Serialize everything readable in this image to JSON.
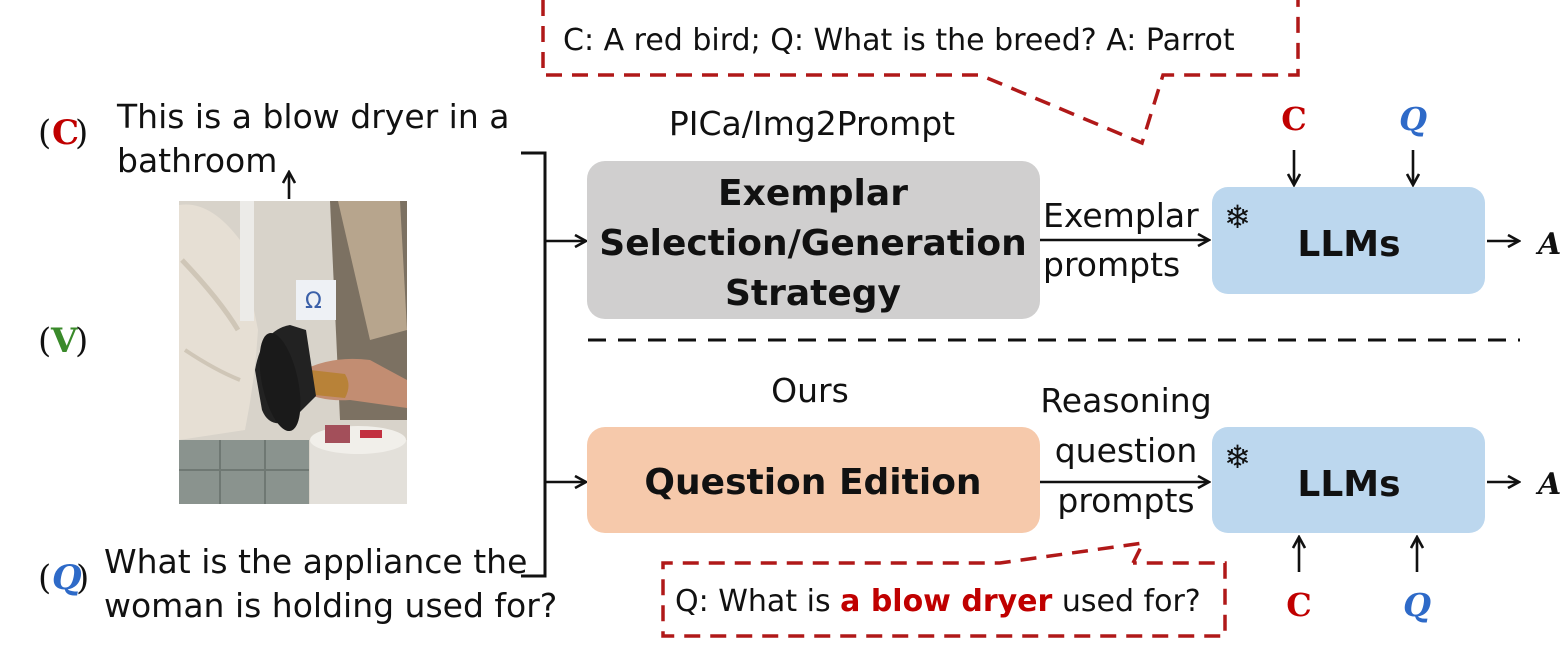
{
  "inputs": {
    "caption_tag": "C",
    "caption_text_line1": "This is a blow dryer in a",
    "caption_text_line2": "bathroom",
    "visual_tag": "V",
    "question_tag": "Q",
    "question_text_line1": "What is the appliance the",
    "question_text_line2": "woman is holding used for?"
  },
  "top_branch": {
    "method_label": "PICa/Img2Prompt",
    "strategy_box_line1": "Exemplar",
    "strategy_box_line2": "Selection/Generation",
    "strategy_box_line3": "Strategy",
    "edge_label_line1": "Exemplar",
    "edge_label_line2": "prompts",
    "llm_label": "LLMs",
    "output_label": "A",
    "input_c": "C",
    "input_q": "Q",
    "callout_text": "C: A red bird; Q: What is the breed? A: Parrot"
  },
  "bottom_branch": {
    "method_label": "Ours",
    "edition_box_label": "Question Edition",
    "edge_label_line1": "Reasoning",
    "edge_label_line2": "question",
    "edge_label_line3": "prompts",
    "llm_label": "LLMs",
    "output_label": "A",
    "input_c": "C",
    "input_q": "Q",
    "callout_prefix": "Q: What is ",
    "callout_highlight": "a blow dryer",
    "callout_suffix": " used for?"
  },
  "colors": {
    "caption_tag": "#c00000",
    "visual_tag": "#3a8a2a",
    "question_tag": "#2e6ac8",
    "callout_border": "#b01818",
    "highlight_text": "#c00000",
    "llm_box": "#bcd7ee",
    "strategy_box": "#d0cfcf",
    "edition_box": "#f6c9ab"
  }
}
